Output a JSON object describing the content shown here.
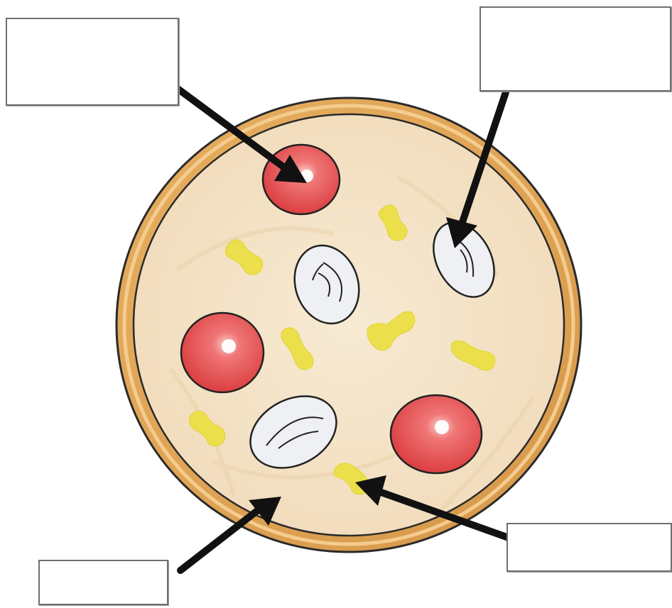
{
  "labels": [
    {
      "id": "top-left",
      "text": ""
    },
    {
      "id": "top-right",
      "text": ""
    },
    {
      "id": "bottom-left",
      "text": ""
    },
    {
      "id": "bottom-right",
      "text": ""
    }
  ],
  "colors": {
    "crust_outer": "#d9a055",
    "crust_ring": "#e8b46a",
    "base": "#f3e2c6",
    "tomato": "#e0484a",
    "onion": "#eef0f2",
    "cheese": "#e8de4a",
    "outline": "#1e1e1e",
    "arrow": "#111111"
  }
}
